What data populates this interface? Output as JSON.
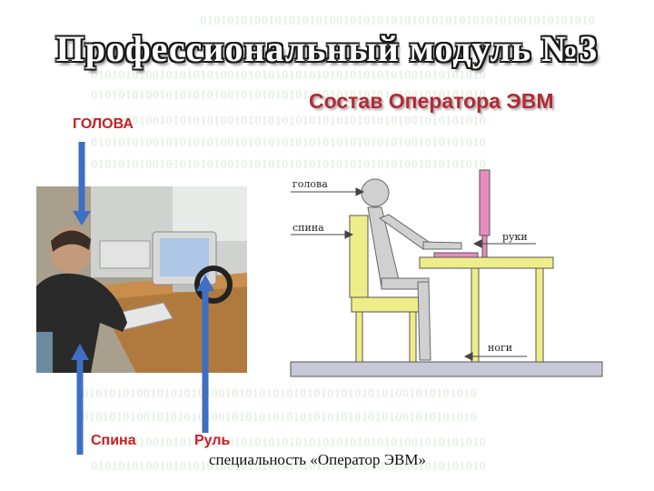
{
  "title": "Профессиональный модуль №3",
  "subtitle": "Состав Оператора ЭВМ",
  "photo_labels": {
    "head": "ГОЛОВА",
    "back": "Спина",
    "wheel": "Руль"
  },
  "diagram_labels": {
    "head": "голова",
    "back": "спина",
    "hands": "руки",
    "legs": "ноги"
  },
  "caption": "специальность «Оператор ЭВМ»",
  "background_binary": "0101010100101010101001010101010101010101010101001010101010",
  "colors": {
    "title_outline": "#1a1a1a",
    "subtitle": "#b22a35",
    "label_red": "#c8202a",
    "arrow_blue": "#3d6fc4",
    "chair": "#eeee88",
    "monitor": "#e88bbf",
    "table_floor": "#c8c8d8"
  }
}
